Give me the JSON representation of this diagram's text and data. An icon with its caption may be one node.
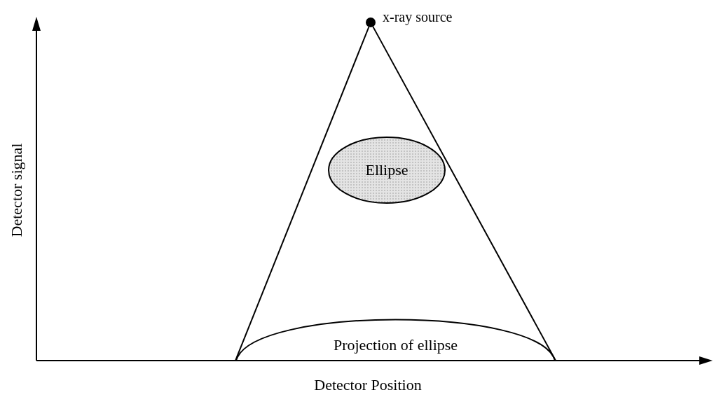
{
  "diagram": {
    "nodes": [
      {
        "text": [],
        "shape": "circle",
        "beside": [
          "x-ray source"
        ]
      },
      {
        "text": [
          "Ellipse"
        ]
      },
      {
        "text": [
          "Projection of ellipse"
        ]
      }
    ],
    "edges": [
      {
        "from": 0,
        "to": 2,
        "arrow": "none"
      },
      {
        "from": 0,
        "to": 2,
        "arrow": "none"
      }
    ],
    "labels": [
      "Detector signal",
      "Detector Position"
    ]
  }
}
